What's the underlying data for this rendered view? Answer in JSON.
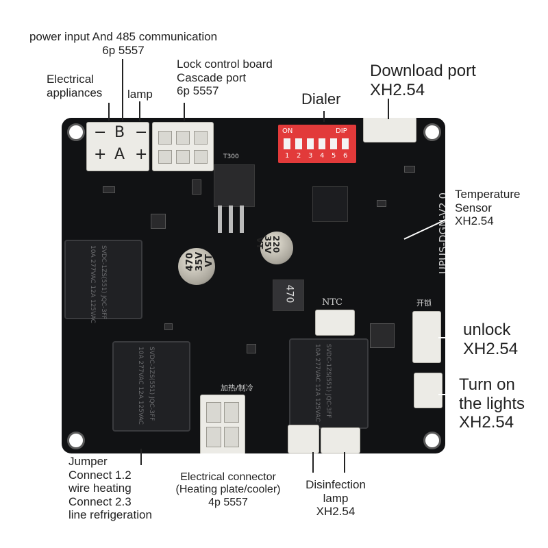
{
  "labels": {
    "power_input": {
      "line1": "power input And 485 communication",
      "line2": "6p 5557"
    },
    "electrical_appliances": {
      "line1": "Electrical",
      "line2": "appliances"
    },
    "lamp": "lamp",
    "lock_control": {
      "line1": "Lock control board",
      "line2": "Cascade port",
      "line3": "6p 5557"
    },
    "dialer": "Dialer",
    "download_port": {
      "line1": "Download port",
      "line2": "XH2.54"
    },
    "temperature_sensor": {
      "line1": "Temperature",
      "line2": "Sensor",
      "line3": "XH2.54"
    },
    "unlock": {
      "line1": "unlock",
      "line2": "XH2.54"
    },
    "turn_on_lights": {
      "line1": "Turn on",
      "line2": "the lights",
      "line3": "XH2.54"
    },
    "jumper": {
      "line1": "Jumper",
      "line2": "Connect 1.2",
      "line3": "wire heating",
      "line4": "Connect 2.3",
      "line5": "line refrigeration"
    },
    "electrical_connector": {
      "line1": "Electrical connector",
      "line2": "(Heating plate/cooler)",
      "line3": "4p 5557"
    },
    "disinfection_lamp": {
      "line1": "Disinfection",
      "line2": "lamp",
      "line3": "XH2.54"
    }
  },
  "board": {
    "name": "UPUS-DGN-V2.0",
    "ntc": "NTC",
    "unlock_cn": "开锁",
    "heat_cn": "加热/制冷",
    "dip": {
      "on": "ON",
      "dip": "DIP",
      "nums": [
        "1",
        "2",
        "3",
        "4",
        "5",
        "6"
      ]
    },
    "conn_marks": {
      "minus1": "−",
      "b": "B",
      "minus2": "−",
      "plus1": "+",
      "a": "A",
      "plus2": "+"
    },
    "cap1": {
      "v1": "470",
      "v2": "35V",
      "v3": "VT"
    },
    "cap2": {
      "v1": "220",
      "v2": "35V",
      "v3": "VT"
    },
    "inductor": "470",
    "relay_text": "SVDC-1ZS(551)  JQC-3FF",
    "relay_text2": "10A 277VAC  12A 125VAC",
    "t300": "T300"
  },
  "colors": {
    "board": "#111214",
    "dip_switch": "#e23a3a",
    "connector": "#ecebe6"
  }
}
